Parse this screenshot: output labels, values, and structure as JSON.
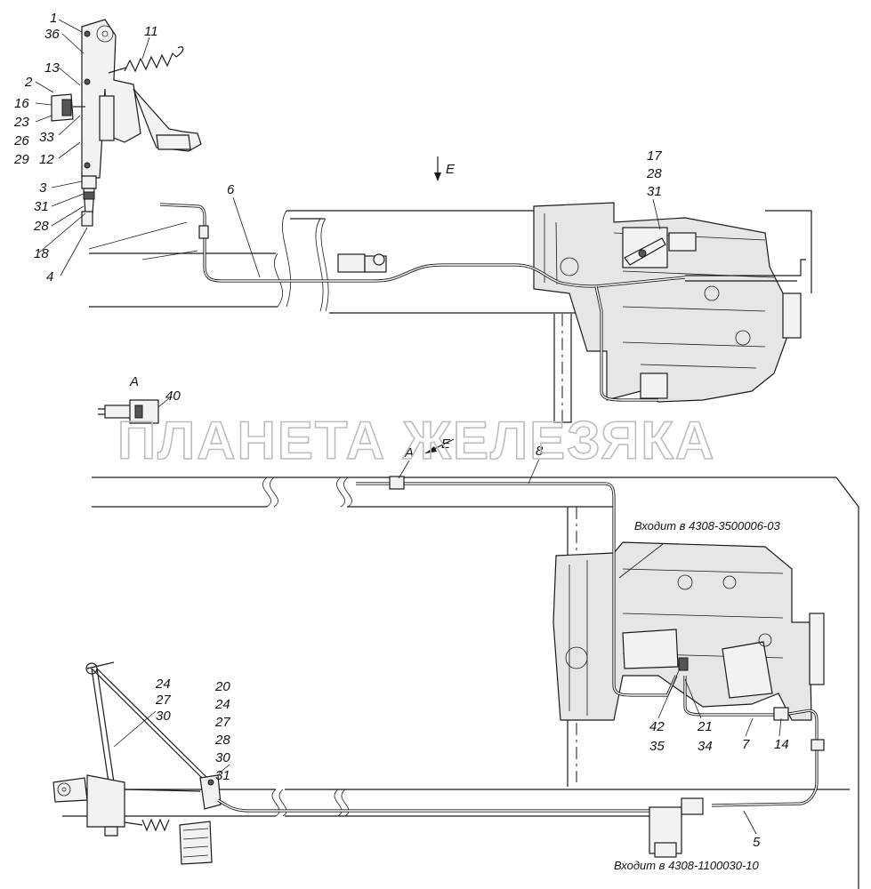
{
  "view_labels": {
    "arrow_e": "E",
    "view_a": "A",
    "pipe_a": "A",
    "pipe_e": "E"
  },
  "callouts": {
    "top_pedal": [
      "1",
      "36",
      "13",
      "2",
      "16",
      "23",
      "26",
      "29",
      "33",
      "12",
      "3",
      "31",
      "28",
      "18",
      "4"
    ],
    "spring": "11",
    "pipe_6": "6",
    "gearbox_top": [
      "17",
      "28",
      "31"
    ],
    "detail_a": "40",
    "pipe_8": "8",
    "bottom_pedal_a": [
      "24",
      "27",
      "30"
    ],
    "bottom_pedal_b": [
      "20",
      "24",
      "27",
      "28",
      "30",
      "31"
    ],
    "gearbox_bottom": [
      "42",
      "35",
      "21",
      "34",
      "7",
      "14"
    ],
    "pipe_5": "5"
  },
  "notes": {
    "gearbox_kit": "Входит в 4308-3500006-03",
    "valve_kit": "Входит в 4308-1100030-10"
  },
  "watermark": "ПЛАНЕТА ЖЕЛЕЗЯКА"
}
